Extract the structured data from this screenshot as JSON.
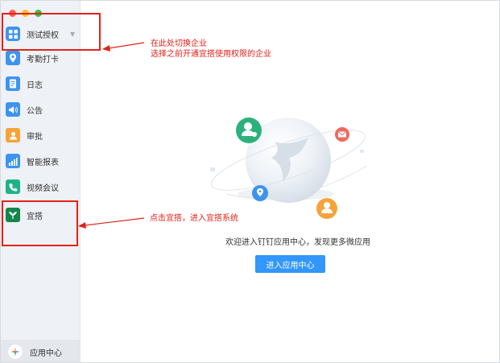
{
  "sidebar": {
    "org_name": "测试授权",
    "items": [
      {
        "label": "考勤打卡",
        "icon": "location-pin-icon",
        "color": "#3d94f0"
      },
      {
        "label": "日志",
        "icon": "document-icon",
        "color": "#3d94f0"
      },
      {
        "label": "公告",
        "icon": "megaphone-icon",
        "color": "#3d94f0"
      },
      {
        "label": "审批",
        "icon": "user-stamp-icon",
        "color": "#f6a33a"
      },
      {
        "label": "智能报表",
        "icon": "bar-chart-icon",
        "color": "#3d94f0"
      },
      {
        "label": "视频会议",
        "icon": "phone-icon",
        "color": "#1fb28a"
      },
      {
        "label": "宜搭",
        "icon": "yida-logo-icon",
        "color": "#13864d"
      }
    ],
    "bottom_label": "应用中心"
  },
  "main": {
    "welcome_text": "欢迎进入钉钉应用中心，发现更多微应用",
    "enter_button": "进入应用中心"
  },
  "annotations": {
    "org_switch_line1": "在此处切换企业",
    "org_switch_line2": "选择之前开通宜搭使用权限的企业",
    "yida_hint": "点击宜搭，进入宜搭系统"
  },
  "colors": {
    "accent": "#3296fa",
    "annotation": "#e2231a"
  }
}
